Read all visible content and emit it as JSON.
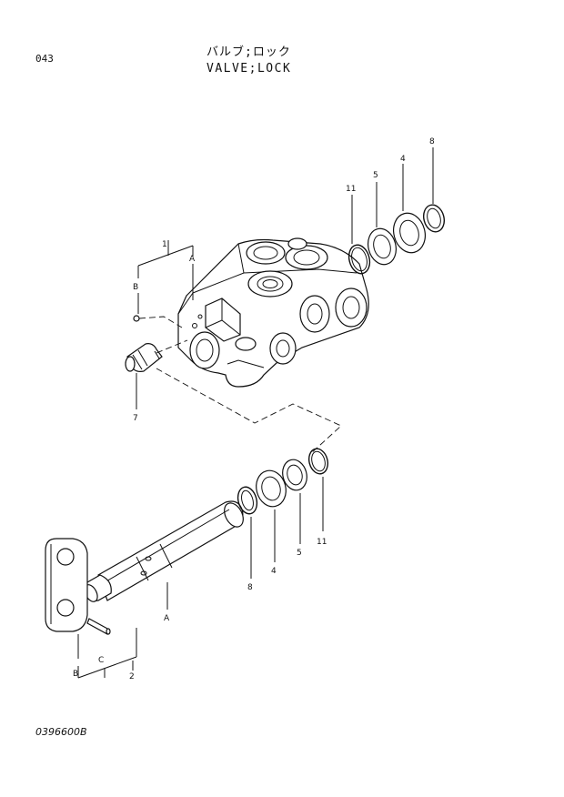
{
  "page_number": "043",
  "title_jp": "バルブ;ロック",
  "title_en": "VALVE;LOCK",
  "drawing_code": "0396600B",
  "callouts": {
    "upper": {
      "label_1": "1",
      "label_A": "A",
      "label_B": "B",
      "label_7": "7",
      "label_11": "11",
      "label_5": "5",
      "label_4": "4",
      "label_8": "8"
    },
    "lower": {
      "label_8": "8",
      "label_4": "4",
      "label_5": "5",
      "label_11": "11",
      "label_A": "A",
      "label_C": "C",
      "label_B": "B",
      "label_2": "2"
    }
  }
}
